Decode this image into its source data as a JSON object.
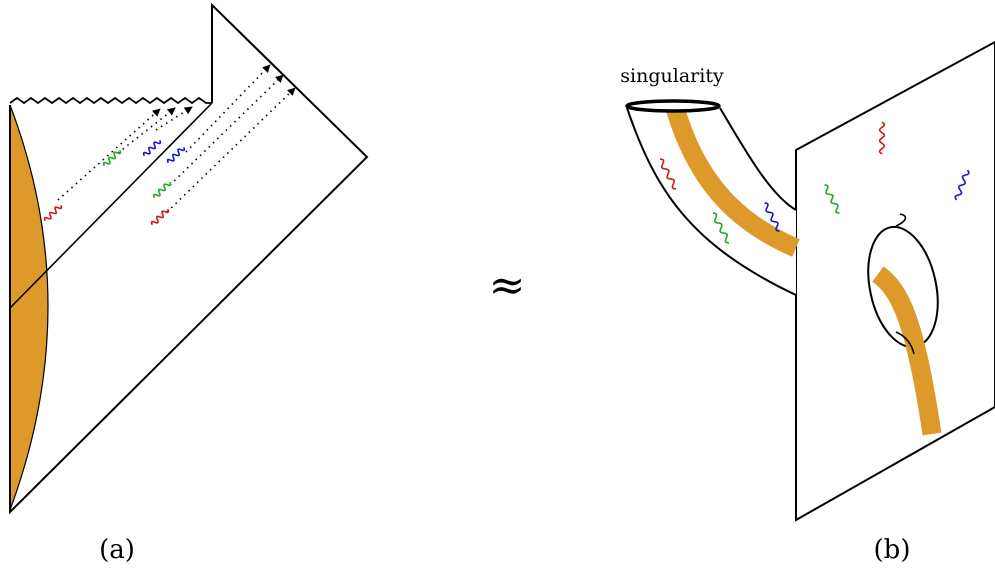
{
  "labels": {
    "panel_a": "(a)",
    "panel_b": "(b)",
    "approx": "≈",
    "singularity": "singularity"
  },
  "colors": {
    "orange": "#dd9a2a",
    "red": "#cc1a1a",
    "green": "#22aa22",
    "blue": "#1a1acc",
    "line": "#000000"
  },
  "icons": {
    "arrowheads": "triangle-arrowhead-icon",
    "wavy_quanta": "wavy-line-icon",
    "singularity_ring": "ellipse-ring-icon"
  }
}
